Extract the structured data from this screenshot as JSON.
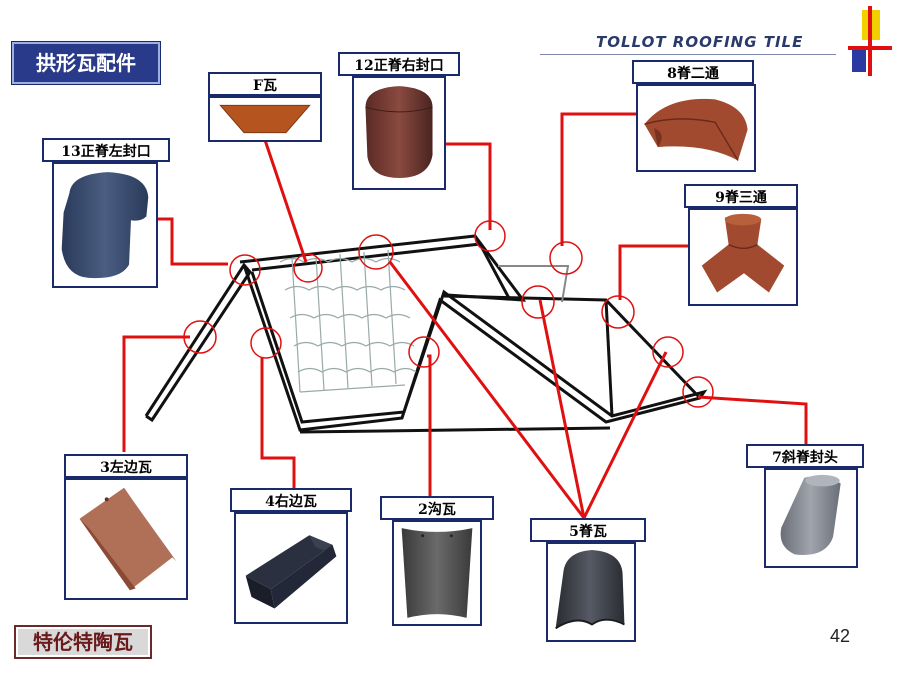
{
  "title": "拱形瓦配件",
  "brand": "TOLLOT ROOFING TILE",
  "footer_logo": "特伦特陶瓦",
  "page_number": "42",
  "colors": {
    "title_bg": "#2a3a8a",
    "callout_line": "#e01010",
    "label_border": "#1a2a6a",
    "tile_terracotta": "#9a4a2a",
    "tile_dark": "#3a3f48",
    "tile_navy": "#3a4e6e",
    "tile_grey": "#8a8e96"
  },
  "parts": {
    "f_tile": "F瓦",
    "ridge_right_cap": "12正脊右封口",
    "ridge_left_cap": "13正脊左封口",
    "ridge_two_way": "8脊二通",
    "ridge_three_way": "9脊三通",
    "left_edge": "3左边瓦",
    "right_edge": "4右边瓦",
    "valley": "2沟瓦",
    "ridge": "5脊瓦",
    "hip_end": "7斜脊封头"
  }
}
